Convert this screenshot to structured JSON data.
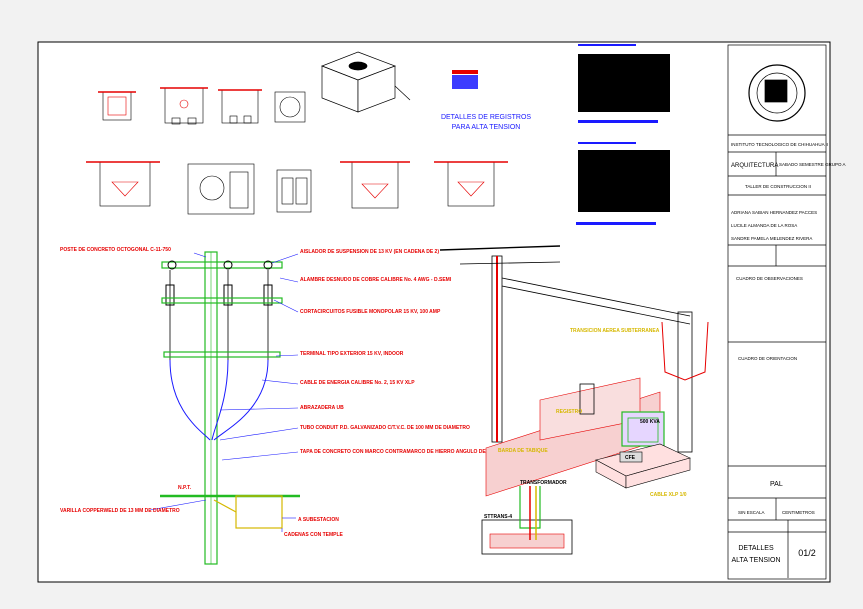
{
  "colors": {
    "background": "#ffffff",
    "frame": "#000000",
    "annotation_red": "#e60000",
    "leader_blue": "#0033cc",
    "conduit_green": "#22bb22",
    "conduit_yellow": "#d6b800",
    "transformer_box": "#cc99ff",
    "title_blue": "#1a1aff"
  },
  "drawing": {
    "registros_title_line1": "DETALLES DE REGISTROS",
    "registros_title_line2": "PARA ALTA TENSION",
    "pole_labels": {
      "poste": "POSTE DE CONCRETO OCTOGONAL C-11-750",
      "aislador": "AISLADOR DE SUSPENSION DE 13 KV (EN CADENA DE 2)",
      "alambre": "ALAMBRE DESNUDO DE COBRE CALIBRE No. 4 AWG - D.SEMI",
      "cortacircuitos": "CORTACIRCUITOS FUSIBLE MONOPOLAR 15 KV, 100 AMP",
      "terminal": "TERMINAL TIPO EXTERIOR 15 KV, INDOOR",
      "cable": "CABLE DE ENERGIA CALIBRE No. 2, 15 KV XLP",
      "abrazadera": "ABRAZADERA UB",
      "tubo": "TUBO CONDUIT P.D. GALVANIZADO C/T.V.C. DE 100 MM DE DIAMETRO",
      "tapa": "TAPA DE CONCRETO CON MARCO CONTRAMARCO DE HIERRO ANGULO DE 1 3/4\" Y 1 1/2 RESPECTIVAMENTE",
      "varilla": "VARILLA COPPERWELD DE 13 MM DE DIAMETRO",
      "npt": "N.P.T.",
      "subestacion": "A SUBESTACION",
      "cadenas": "CADENAS CON TEMPLE"
    },
    "substation_labels": {
      "transicion": "TRANSICION AEREA SUBTERRANEA",
      "registro": "REGISTRO",
      "barda": "BARDA DE TABIQUE",
      "kva": "500 KVA",
      "cfe": "CFE",
      "cable_xlp": "CABLE XLP 1/0",
      "trafo": "TRANSFORMADOR",
      "sttrans": "STTRANS-4"
    }
  },
  "title_block": {
    "institute": "INSTITUTO TECNOLOGICO DE CHIHUAHUA II",
    "career": "ARQUITECTURA",
    "semester": "SABADO SEMESTRE GRUPO A",
    "course": "TALLER DE CONSTRUCCION II",
    "student1": "ADRIANA SABIAN HERNANDEZ PACCES",
    "student2": "LUCILE ALMANDA DE LA ROSA",
    "student3": "SANDRE PAMELA MELENDEZ RIVERA",
    "observaciones": "CUADRO DE OBSERVACIONES",
    "orientacion": "CUADRO DE ORIENTACION",
    "plan": "PAL",
    "escala": "SIN ESCALA",
    "unidades": "CENTIMETROS",
    "sheet_title_line1": "DETALLES",
    "sheet_title_line2": "ALTA TENSION",
    "sheet_number": "01/2"
  }
}
